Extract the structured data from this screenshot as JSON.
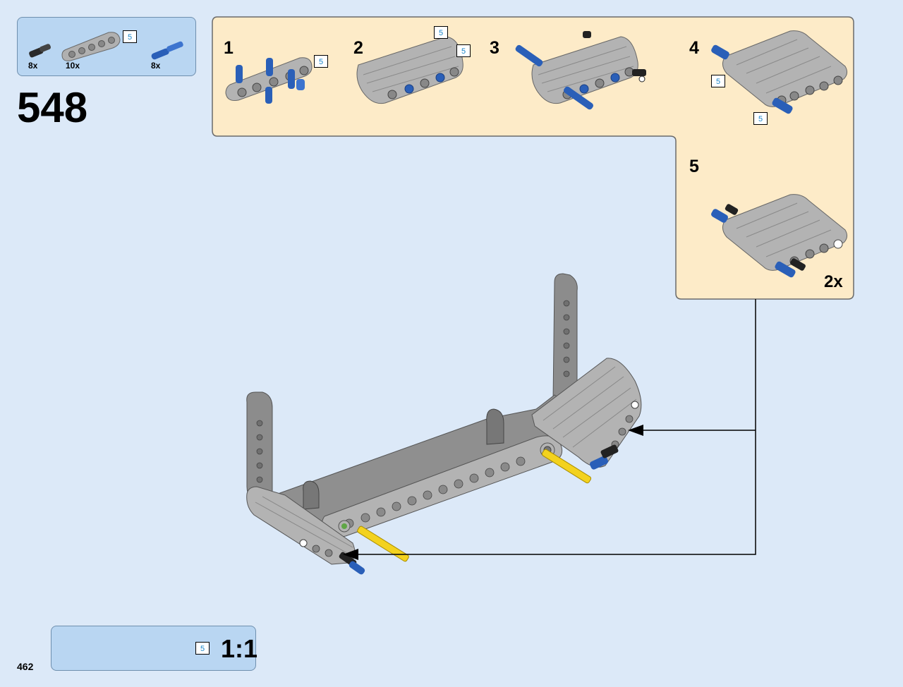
{
  "page": {
    "number": "462",
    "step_number": "548"
  },
  "parts_list": {
    "items": [
      {
        "name": "black-pin",
        "qty": "8x"
      },
      {
        "name": "gray-beam-5",
        "qty": "10x",
        "length": "5"
      },
      {
        "name": "blue-axle-pin",
        "qty": "8x"
      }
    ]
  },
  "sub_steps": [
    {
      "label": "1",
      "length_tags": [
        "5"
      ]
    },
    {
      "label": "2",
      "length_tags": [
        "5",
        "5"
      ]
    },
    {
      "label": "3",
      "length_tags": []
    },
    {
      "label": "4",
      "length_tags": [
        "5",
        "5"
      ]
    },
    {
      "label": "5",
      "length_tags": [],
      "multiplier": "2x"
    }
  ],
  "scale": {
    "length": "5",
    "label": "1:1"
  },
  "colors": {
    "background": "#dce9f8",
    "parts_panel": "#b9d6f2",
    "sub_assembly_panel": "#fdebc8",
    "beam_gray": "#a8a8a8",
    "pin_blue": "#2a5fb8",
    "axle_yellow": "#f3d21e",
    "length_tag_text": "#1b86c9"
  }
}
